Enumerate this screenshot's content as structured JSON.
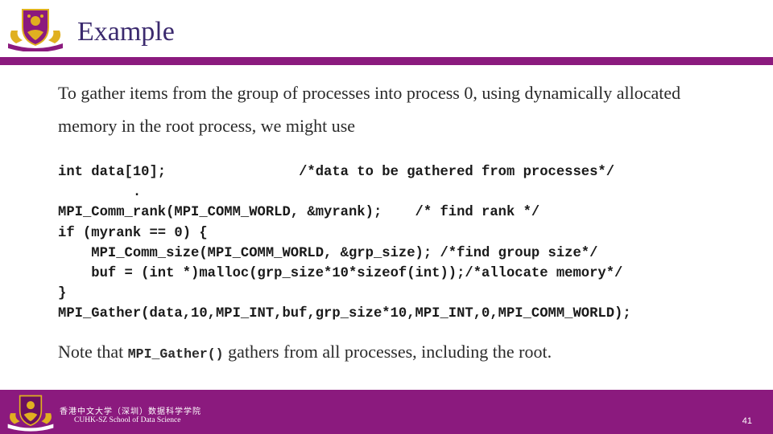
{
  "header": {
    "title": "Example"
  },
  "content": {
    "paragraph_line1": "To gather items from the group of processes into process 0, using dynamically allocated",
    "paragraph_line2": "memory in the root process, we might use",
    "code_lines": [
      "int data[10];                /*data to be gathered from processes*/",
      "         .",
      "MPI_Comm_rank(MPI_COMM_WORLD, &myrank);    /* find rank */",
      "if (myrank == 0) {",
      "    MPI_Comm_size(MPI_COMM_WORLD, &grp_size); /*find group size*/",
      "    buf = (int *)malloc(grp_size*10*sizeof(int));/*allocate memory*/",
      "}",
      "MPI_Gather(data,10,MPI_INT,buf,grp_size*10,MPI_INT,0,MPI_COMM_WORLD);"
    ],
    "note_prefix": "Note that ",
    "note_code": "MPI_Gather()",
    "note_suffix": " gathers from all processes, including the root."
  },
  "footer": {
    "institution_cn": "香港中文大学（深圳）数据科学学院",
    "institution_en": "CUHK-SZ School of Data Science",
    "page_number": "41"
  },
  "colors": {
    "brand_purple": "#8b1a7e",
    "title_color": "#3b2a6e",
    "crest_gold": "#e0b020"
  },
  "icons": {
    "header_logo": "cuhk-crest-icon",
    "footer_logo": "cuhk-crest-icon"
  }
}
